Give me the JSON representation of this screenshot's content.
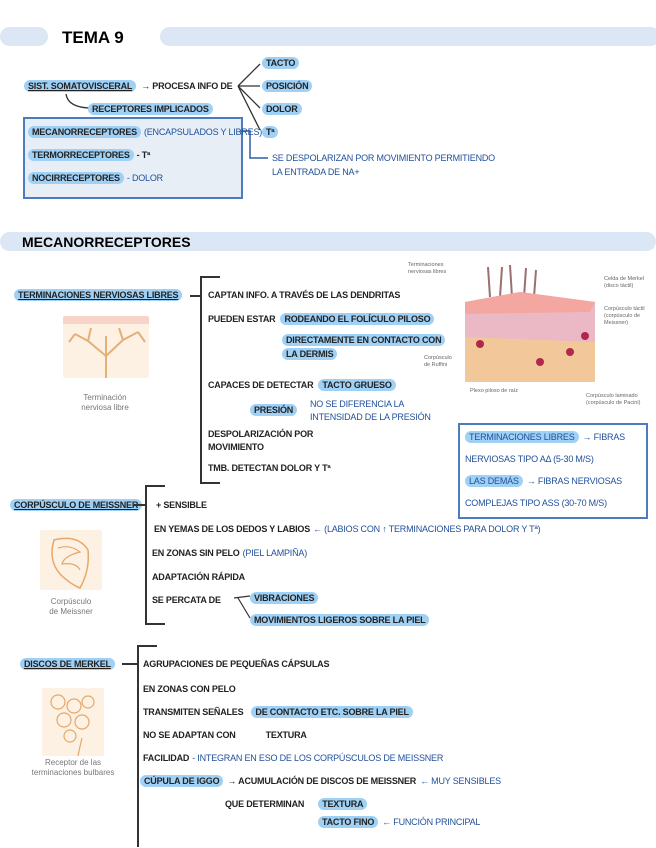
{
  "header": {
    "title": "TEMA 9"
  },
  "intro": {
    "system": "SIST. SOMATOVISCERAL",
    "processes": "→ PROCESA INFO DE",
    "senses": [
      "TACTO",
      "POSICIÓN",
      "DOLOR",
      "Tª"
    ],
    "receptors_label": "RECEPTORES IMPLICADOS",
    "receptors": [
      "MECANORRECEPTORES",
      "(ENCAPSULADOS Y LIBRES)",
      "TERMORRECEPTORES",
      "- Tª",
      "NOCIRRECEPTORES",
      "- DOLOR"
    ],
    "note": [
      "SE DESPOLARIZAN POR MOVIMIENTO PERMITIENDO",
      "LA ENTRADA DE Na+"
    ]
  },
  "section": {
    "title": "MECANORRECEPTORES"
  },
  "free": {
    "label": "TERMINACIONES NERVIOSAS LIBRES",
    "items": [
      "CAPTAN INFO. A TRAVÉS DE LAS DENDRITAS",
      "PUEDEN ESTAR",
      "RODEANDO EL FOLÍCULO PILOSO",
      "DIRECTAMENTE EN CONTACTO CON",
      "LA DERMIS",
      "CAPACES DE DETECTAR",
      "TACTO GRUESO",
      "PRESIÓN",
      "NO SE DIFERENCIA LA",
      "INTENSIDAD DE LA PRESIÓN",
      "DESPOLARIZACIÓN POR",
      "MOVIMIENTO",
      "TMB. DETECTAN DOLOR Y Tª"
    ],
    "caption": [
      "Terminación",
      "nerviosa libre"
    ]
  },
  "diagram": {
    "labels": [
      "Terminaciones",
      "nerviosas libres",
      "Celda de Merkel",
      "(disco táctil)",
      "Corpúsculo táctil",
      "(corpúsculo de",
      "Meissner)",
      "Corpúsculo",
      "de Ruffini",
      "Plexo piloso de raíz",
      "Corpúsculo laminado",
      "(corpúsculo de Pacini)"
    ]
  },
  "fibers": {
    "lines": [
      "TERMINACIONES LIBRES",
      "→ FIBRAS",
      "NERVIOSAS TIPO Aδ (5-30 m/s)",
      "LAS DEMÁS",
      "→ FIBRAS NERVIOSAS",
      "COMPLEJAS TIPO Aß (30-70 m/s)"
    ]
  },
  "meissner": {
    "label": "CORPÚSCULO DE MEISSNER",
    "items": [
      "+ SENSIBLE",
      "EN YEMAS DE LOS DEDOS Y LABIOS",
      "← (LABIOS CON ↑ TERMINACIONES PARA DOLOR Y Tª)",
      "EN ZONAS SIN PELO",
      "(PIEL LAMPIÑA)",
      "ADAPTACIÓN RÁPIDA",
      "SE PERCATA DE",
      "VIBRACIONES",
      "MOVIMIENTOS LIGEROS SOBRE LA PIEL"
    ],
    "caption": [
      "Corpúsculo",
      "de Meissner"
    ]
  },
  "merkel": {
    "label": "DISCOS DE MERKEL",
    "items": [
      "AGRUPACIONES DE PEQUEÑAS CÁPSULAS",
      "EN ZONAS CON PELO",
      "TRANSMITEN SEÑALES",
      "DE CONTACTO etc. SOBRE LA PIEL",
      "NO SE ADAPTAN CON",
      "TEXTURA",
      "FACILIDAD",
      "- INTEGRAN EN ESO DE LOS CORPÚSCULOS DE MEISSNER",
      "CÚPULA DE IGGO",
      "→ ACUMULACIÓN DE DISCOS DE MEISSNER",
      "← MUY SENSIBLES",
      "QUE DETERMINAN",
      "TEXTURA",
      "TACTO FINO",
      "← FUNCIÓN PRINCIPAL"
    ],
    "caption": [
      "Receptor de las",
      "terminaciones bulbares"
    ]
  },
  "colors": {
    "highlight": "#9fd0f5",
    "ink_blue": "#1f4f9a",
    "header_bar": "#dbe7f4"
  }
}
